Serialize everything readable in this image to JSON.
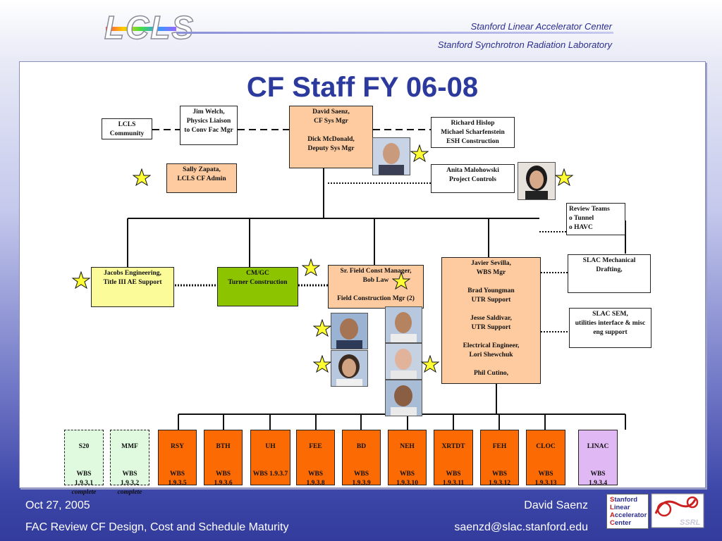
{
  "header": {
    "logo_text": "LCLS",
    "org_line_1": "Stanford Linear Accelerator Center",
    "org_line_2": "Stanford Synchrotron Radiation Laboratory"
  },
  "slide": {
    "title": "CF Staff FY 06-08",
    "boxes": {
      "lcls_community": "LCLS\nCommunity",
      "jim_welch": "Jim Welch,\nPhysics Liaison\nto Conv Fac Mgr",
      "david_saenz": "David Saenz,\nCF Sys Mgr\n\nDick McDonald,\nDeputy Sys Mgr",
      "hislop": "Richard Hislop\nMichael Scharfenstein\nESH Construction",
      "sally_zapata": "Sally Zapata,\nLCLS CF Admin",
      "anita": "Anita Malohowski\nProject Controls",
      "review_teams": "Review Teams\no Tunnel\no HAVC",
      "jacobs": "Jacobs Engineering,\nTitle III AE Support",
      "cmgc": "CM/GC\nTurner Construction",
      "field_const": "Sr. Field Const Manager,\nBob Law\n\nField Construction Mgr (2)",
      "javier": "Javier Sevilla,\nWBS Mgr\n\nBrad Youngman\nUTR Support\n\nJesse Saldivar,\nUTR Support\n\nElectrical Engineer,\nLori Shewchuk\n\nPhil Cutino,",
      "slac_mech": "SLAC Mechanical\nDrafting,",
      "slac_sem": "SLAC SEM,\nutilities interface & misc\neng support"
    },
    "wbs_boxes": [
      {
        "name": "S20",
        "code": "WBS\n1.9.3.1",
        "note": "complete"
      },
      {
        "name": "MMF",
        "code": "WBS\n1.9.3.2",
        "note": "complete"
      },
      {
        "name": "RSY",
        "code": "WBS\n1.9.3.5",
        "note": ""
      },
      {
        "name": "BTH",
        "code": "WBS\n1.9.3.6",
        "note": ""
      },
      {
        "name": "UH",
        "code": "WBS 1.9.3.7",
        "note": ""
      },
      {
        "name": "FEE",
        "code": "WBS\n1.9.3.8",
        "note": ""
      },
      {
        "name": "BD",
        "code": "WBS\n1.9.3.9",
        "note": ""
      },
      {
        "name": "NEH",
        "code": "WBS\n1.9.3.10",
        "note": ""
      },
      {
        "name": "XRTDT",
        "code": "WBS\n1.9.3.11",
        "note": ""
      },
      {
        "name": "FEH",
        "code": "WBS\n1.9.3.12",
        "note": ""
      },
      {
        "name": "CLOC",
        "code": "WBS\n1.9.3.13",
        "note": ""
      },
      {
        "name": "LINAC",
        "code": "WBS\n1.9.3.4",
        "note": ""
      }
    ]
  },
  "footer": {
    "date": "Oct 27, 2005",
    "presenter": "David Saenz",
    "talk_title": "FAC Review CF Design, Cost and Schedule Maturity",
    "email": "saenzd@slac.stanford.edu",
    "slac_badge": [
      "S",
      "tanford",
      "L",
      "inear",
      "A",
      "ccelerator",
      "C",
      "enter"
    ],
    "ssrl_text": "SSRL"
  },
  "colors": {
    "title": "#2b3a9c",
    "peach": "#fdcb9f",
    "green": "#8cc400",
    "yellow": "#fbfb9a",
    "orange": "#fb6a03",
    "lilac": "#e0b8f3",
    "star": "#ffff33"
  }
}
